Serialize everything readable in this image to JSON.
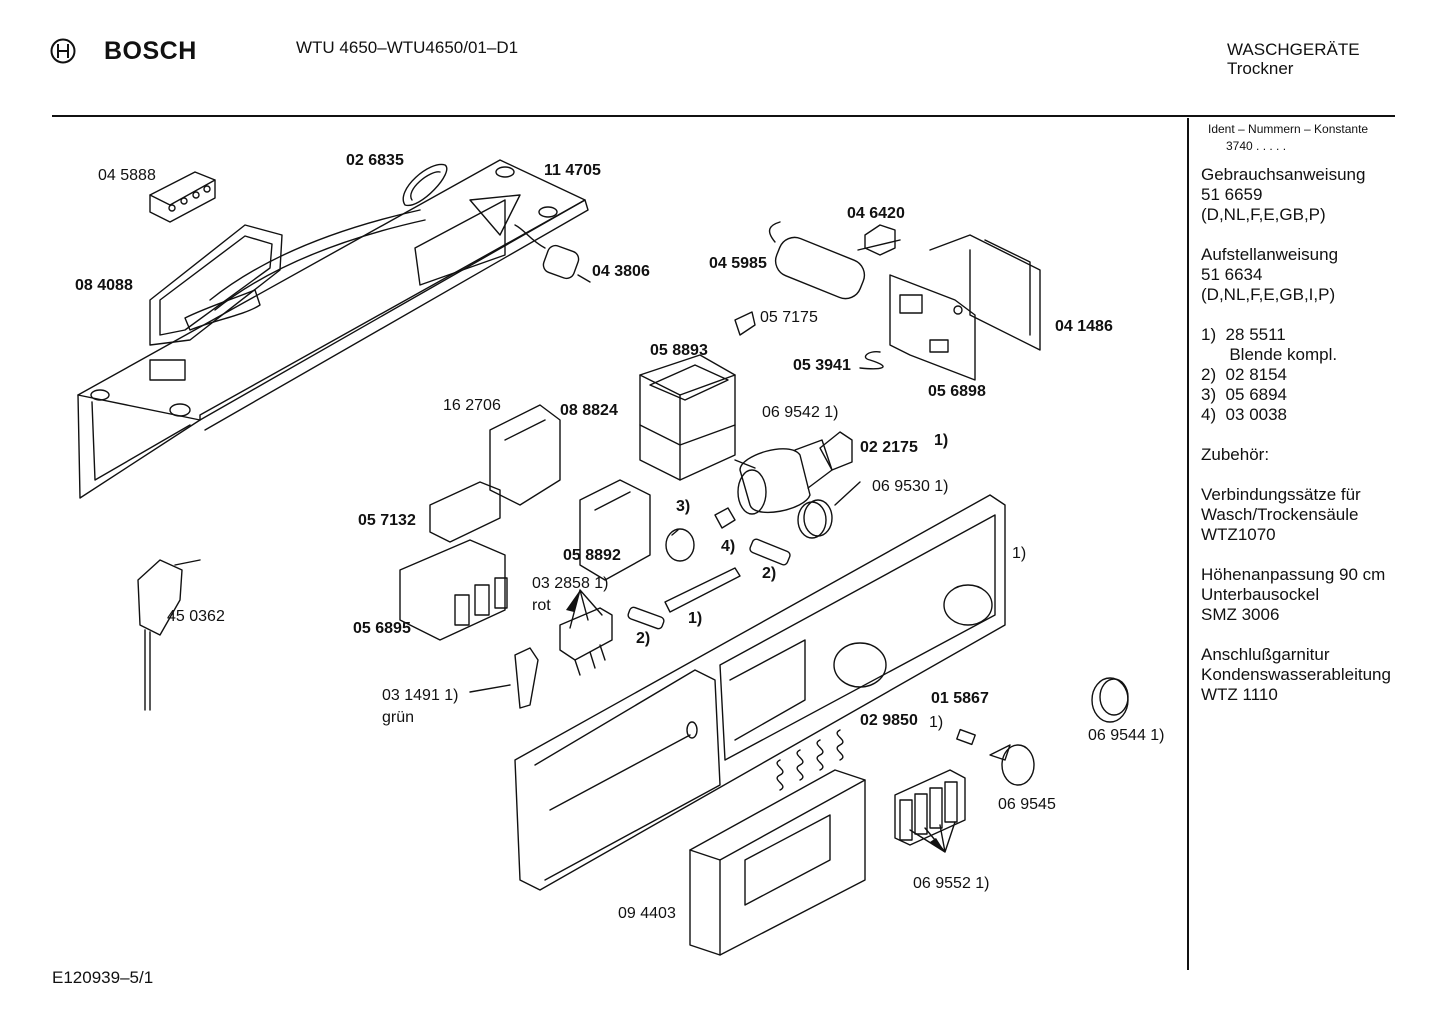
{
  "header": {
    "brand": "BOSCH",
    "model": "WTU 4650–WTU4650/01–D1",
    "category": "WASCHGERÄTE",
    "subcategory": "Trockner"
  },
  "footer": {
    "doc_id": "E120939–5/1"
  },
  "sidebar": {
    "ident_title": "Ident – Nummern – Konstante",
    "ident_value": "3740  .  .  .  .  .",
    "lines": [
      "Gebrauchsanweisung",
      "51 6659",
      "(D,NL,F,E,GB,P)",
      "",
      "Aufstellanweisung",
      "51 6634",
      "(D,NL,F,E,GB,I,P)",
      "",
      "1)  28 5511",
      "      Blende kompl.",
      "2)  02 8154",
      "3)  05 6894",
      "4)  03 0038",
      "",
      "Zubehör:",
      "",
      "Verbindungssätze für",
      "Wasch/Trockensäule",
      "WTZ1070",
      "",
      "Höhenanpassung 90 cm",
      "Unterbausockel",
      "SMZ 3006",
      "",
      "Anschlußgarnitur",
      "Kondenswasserableitung",
      "WTZ 1110"
    ]
  },
  "parts": {
    "p045888": "04 5888",
    "p026835": "02 6835",
    "p114705": "11 4705",
    "p084088": "08 4088",
    "p043806": "04 3806",
    "p046420": "04 6420",
    "p045985": "04 5985",
    "p057175": "05 7175",
    "p041486": "04 1486",
    "p058893": "05 8893",
    "p053941": "05 3941",
    "p056898": "05 6898",
    "p162706": "16 2706",
    "p088824": "08 8824",
    "p069542": "06 9542 1)",
    "p022175": "02 2175",
    "p022175n": "1)",
    "p069530": "06 9530 1)",
    "p057132": "05 7132",
    "p3": "3)",
    "p4": "4)",
    "p2a": "2)",
    "p1a": "1)",
    "p1panel": "1)",
    "p058892": "05 8892",
    "p450362": "45 0362",
    "p032858": "03 2858 1)",
    "p032858c": "rot",
    "p056895": "05 6895",
    "p2b": "2)",
    "p1b": "1)",
    "p031491": "03 1491 1)",
    "p031491c": "grün",
    "p015867": "01 5867",
    "p015867n": "1)",
    "p029850": "02 9850",
    "p069544": "06 9544 1)",
    "p069545": "06 9545",
    "p069552": "06 9552 1)",
    "p094403": "09 4403"
  }
}
